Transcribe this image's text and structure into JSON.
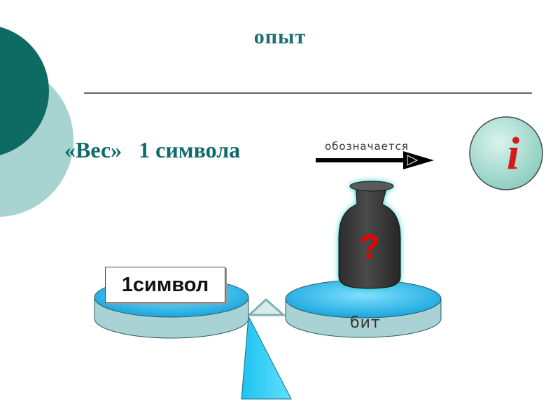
{
  "slide": {
    "title": "опыт",
    "heading": "«Вес»   1 символа",
    "arrow_caption": "обозначается",
    "info_icon": {
      "name": "info-icon",
      "letter": "i"
    }
  },
  "scale": {
    "left_pan_label": "1символ",
    "right_pan_label": "бит",
    "weight_label": "?"
  },
  "colors": {
    "title": "#1a6e6e",
    "heading": "#0d6b6b",
    "pan_top": "#1fb6e8",
    "pan_side": "#a9d2d4",
    "weight": "#3b3b3b",
    "question": "#e60000",
    "info_circle": "#a8d9cf",
    "info_letter": "#d61a1a"
  }
}
